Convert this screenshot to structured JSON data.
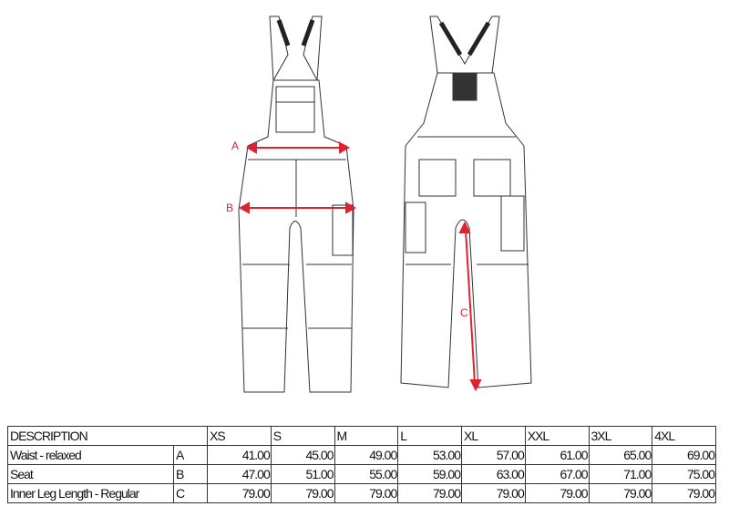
{
  "diagram": {
    "labels": [
      "A",
      "B",
      "C"
    ],
    "arrow_color": "#e0212f"
  },
  "table": {
    "headers": [
      "DESCRIPTION",
      "",
      "XS",
      "S",
      "M",
      "L",
      "XL",
      "XXL",
      "3XL",
      "4XL"
    ],
    "rows": [
      {
        "description": "Waist - relaxed",
        "code": "A",
        "values": [
          "41.00",
          "45.00",
          "49.00",
          "53.00",
          "57.00",
          "61.00",
          "65.00",
          "69.00"
        ]
      },
      {
        "description": "Seat",
        "code": "B",
        "values": [
          "47.00",
          "51.00",
          "55.00",
          "59.00",
          "63.00",
          "67.00",
          "71.00",
          "75.00"
        ]
      },
      {
        "description": "Inner Leg Length - Regular",
        "code": "C",
        "values": [
          "79.00",
          "79.00",
          "79.00",
          "79.00",
          "79.00",
          "79.00",
          "79.00",
          "79.00"
        ]
      }
    ]
  }
}
